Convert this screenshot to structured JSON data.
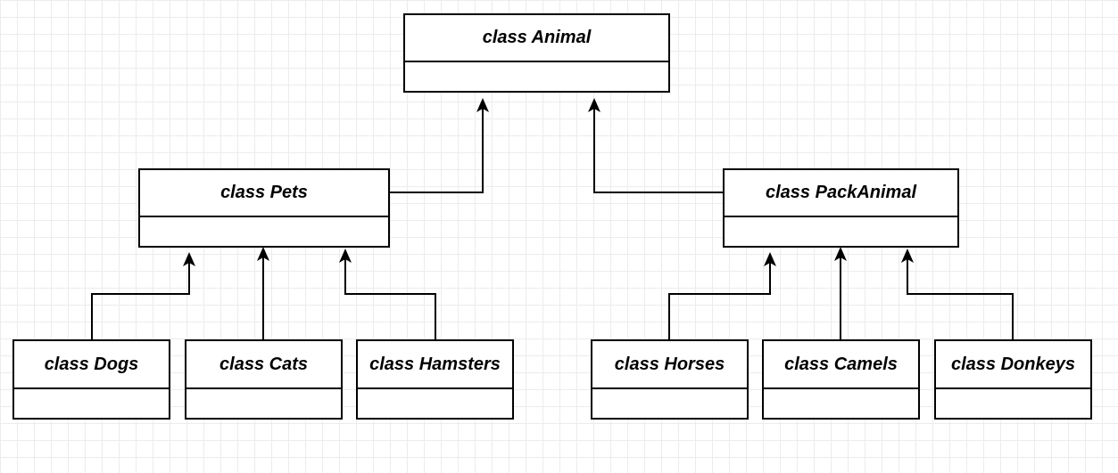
{
  "diagram": {
    "classes": {
      "animal": {
        "name": "class Animal"
      },
      "pets": {
        "name": "class Pets"
      },
      "pack_animal": {
        "name": "class PackAnimal"
      },
      "dogs": {
        "name": "class Dogs"
      },
      "cats": {
        "name": "class Cats"
      },
      "hamsters": {
        "name": "class Hamsters"
      },
      "horses": {
        "name": "class Horses"
      },
      "camels": {
        "name": "class Camels"
      },
      "donkeys": {
        "name": "class Donkeys"
      }
    },
    "relations": [
      {
        "from": "pets",
        "to": "animal",
        "type": "inheritance"
      },
      {
        "from": "pack_animal",
        "to": "animal",
        "type": "inheritance"
      },
      {
        "from": "dogs",
        "to": "pets",
        "type": "inheritance"
      },
      {
        "from": "cats",
        "to": "pets",
        "type": "inheritance"
      },
      {
        "from": "hamsters",
        "to": "pets",
        "type": "inheritance"
      },
      {
        "from": "horses",
        "to": "pack_animal",
        "type": "inheritance"
      },
      {
        "from": "camels",
        "to": "pack_animal",
        "type": "inheritance"
      },
      {
        "from": "donkeys",
        "to": "pack_animal",
        "type": "inheritance"
      }
    ],
    "colors": {
      "line": "#000000",
      "grid": "#ececec",
      "background": "#ffffff"
    }
  }
}
